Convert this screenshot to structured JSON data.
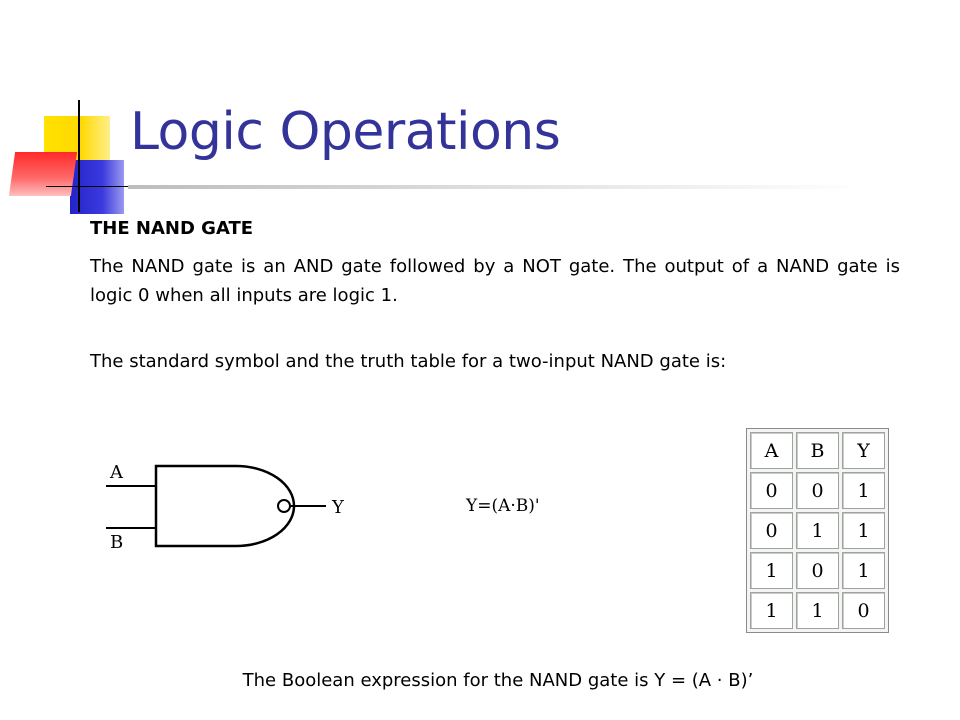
{
  "slide": {
    "title": "Logic Operations",
    "heading": "THE NAND GATE",
    "paragraph1": "The NAND gate is an AND gate followed by a NOT gate. The output of a NAND gate is logic 0 when all inputs are logic 1.",
    "paragraph2": "The standard symbol and the truth table for a two-input NAND gate is:",
    "gate_symbol": {
      "input_a": "A",
      "input_b": "B",
      "output": "Y"
    },
    "expression_image_text": "Y=(A·B)'",
    "truth_table": {
      "headers": [
        "A",
        "B",
        "Y"
      ],
      "rows": [
        [
          "0",
          "0",
          "1"
        ],
        [
          "0",
          "1",
          "1"
        ],
        [
          "1",
          "0",
          "1"
        ],
        [
          "1",
          "1",
          "0"
        ]
      ]
    },
    "boolean_caption": "The Boolean expression for the NAND gate is Y = (A · B)’"
  },
  "colors": {
    "title": "#333399",
    "accent_yellow": "#ffe200",
    "accent_blue": "#2323c8",
    "accent_red": "#ff2a2a"
  }
}
